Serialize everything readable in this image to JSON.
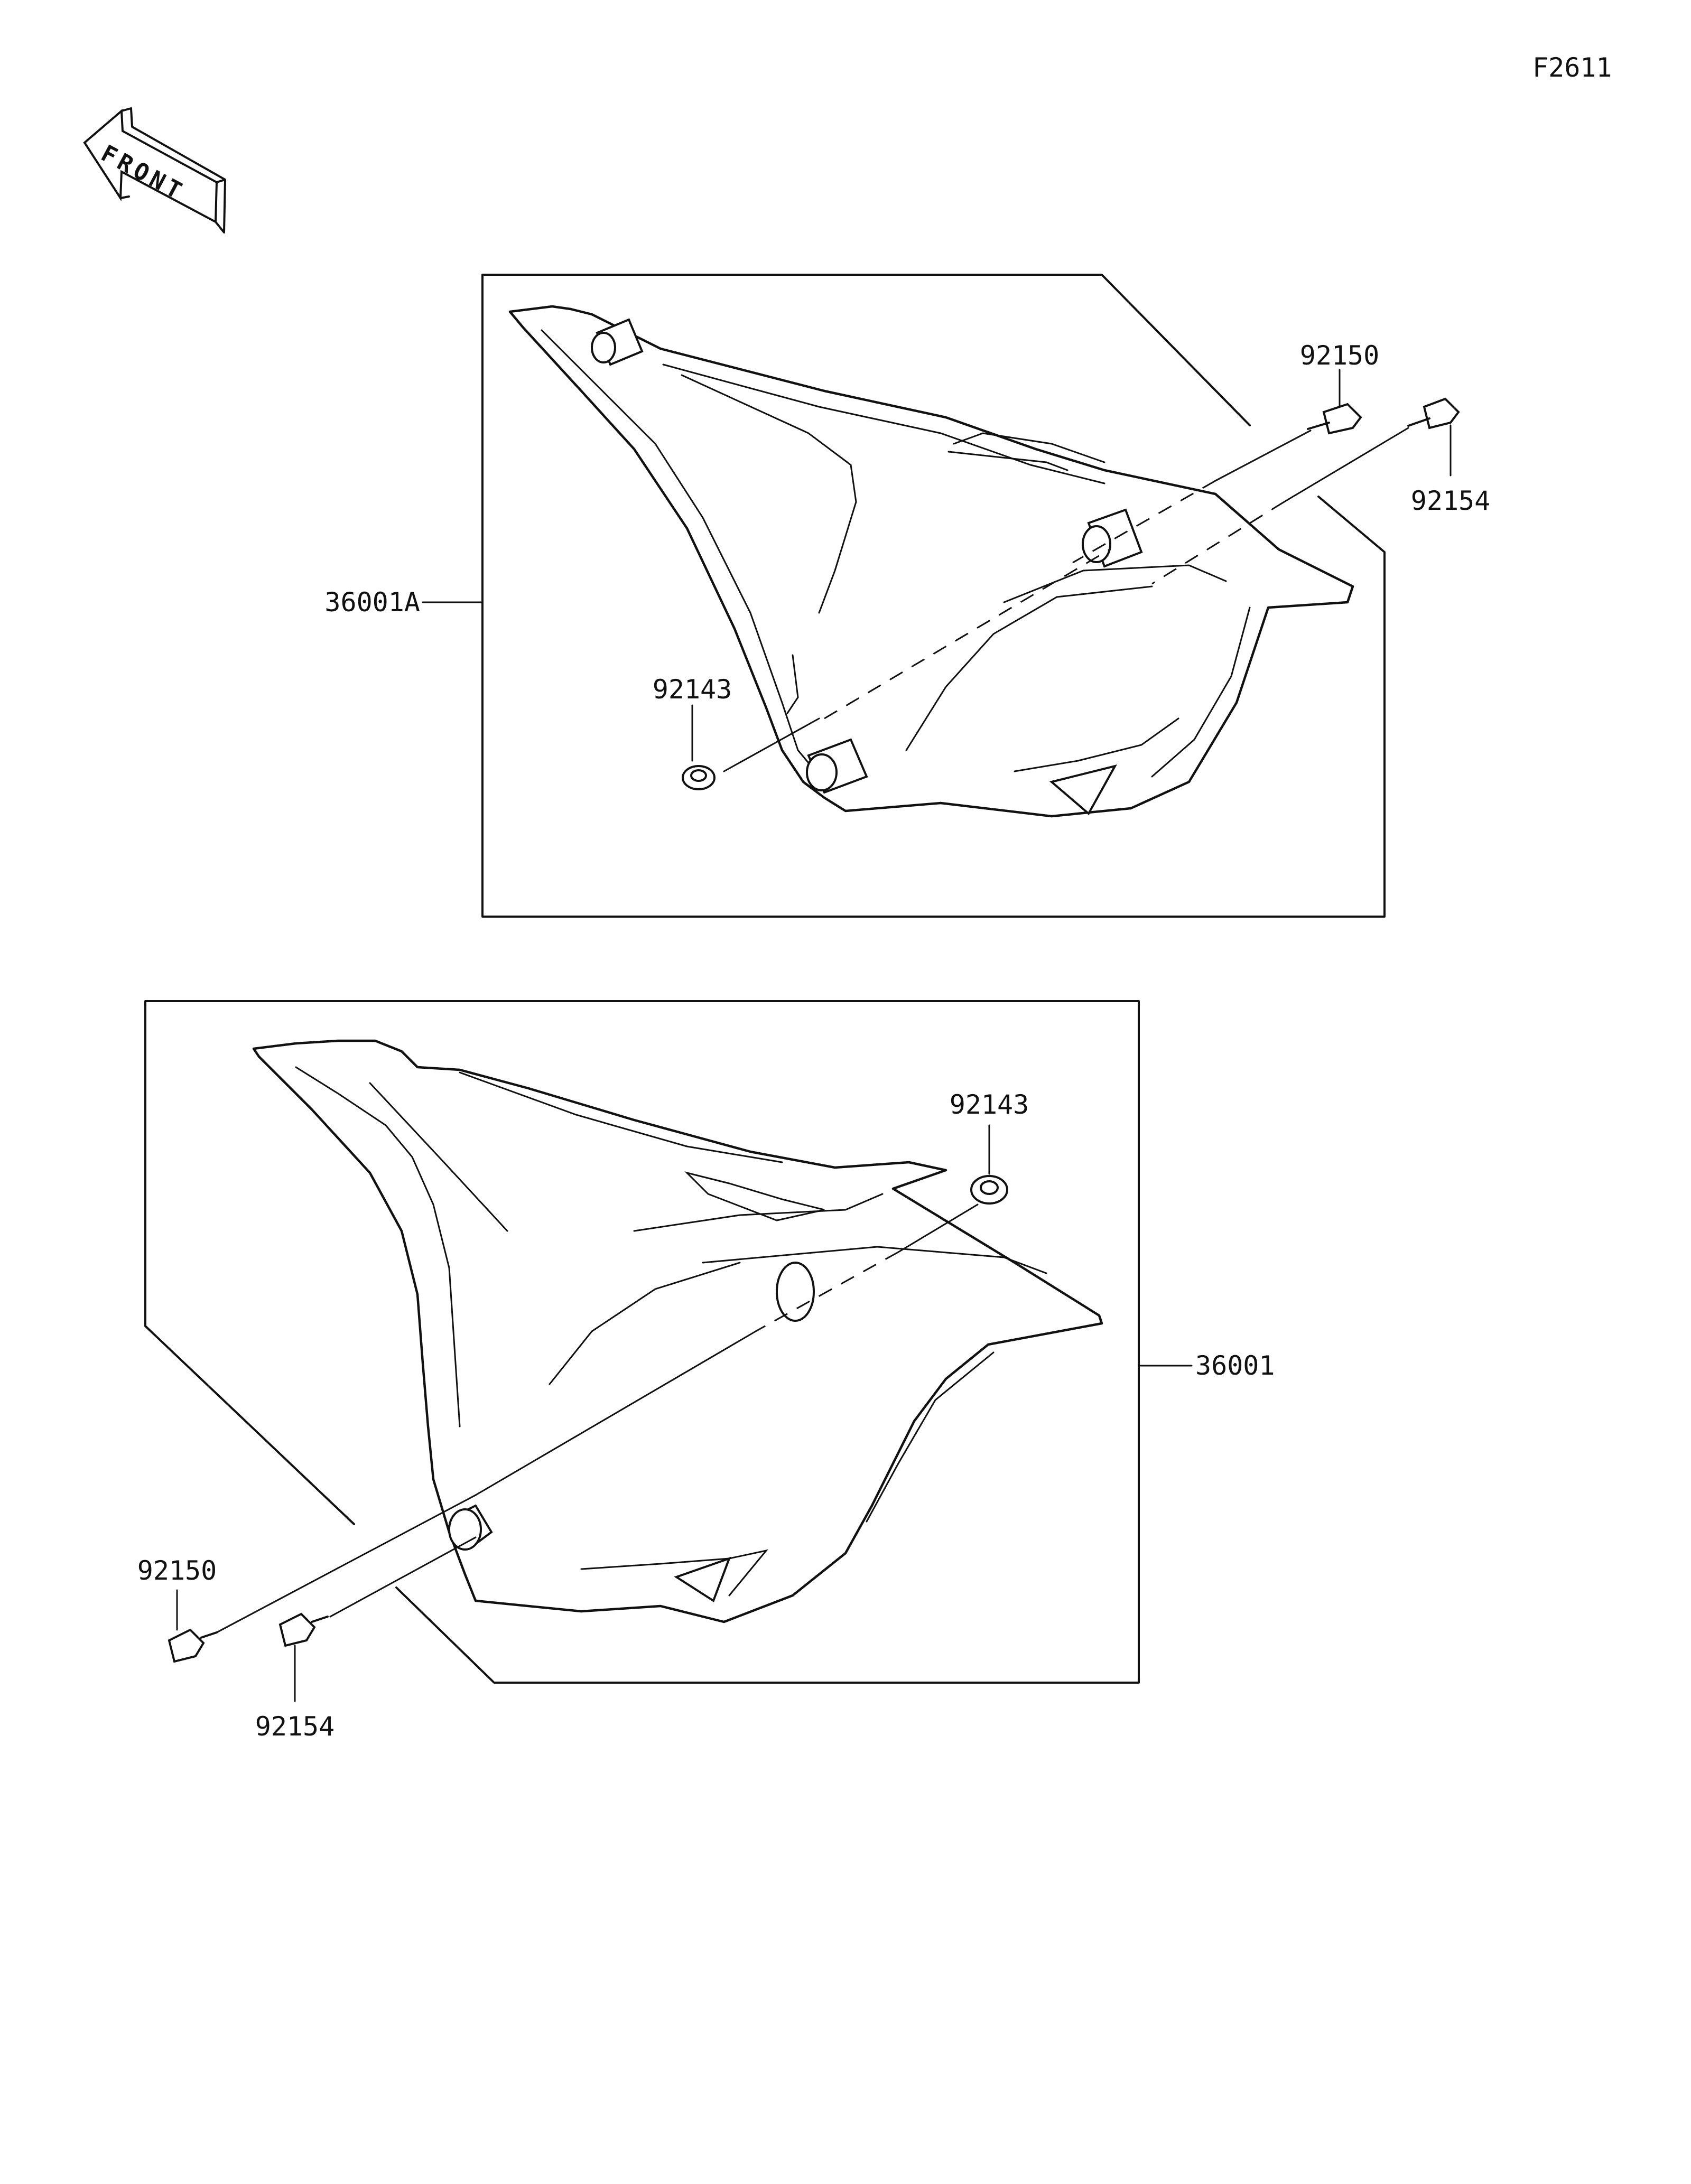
{
  "figure_code": "F2611",
  "front_label": "FRONT",
  "upper_group": {
    "assembly": "36001A",
    "bolt_a": "92150",
    "bolt_b": "92154",
    "collar": "92143"
  },
  "lower_group": {
    "assembly": "36001",
    "bolt_a": "92150",
    "bolt_b": "92154",
    "collar": "92143"
  }
}
